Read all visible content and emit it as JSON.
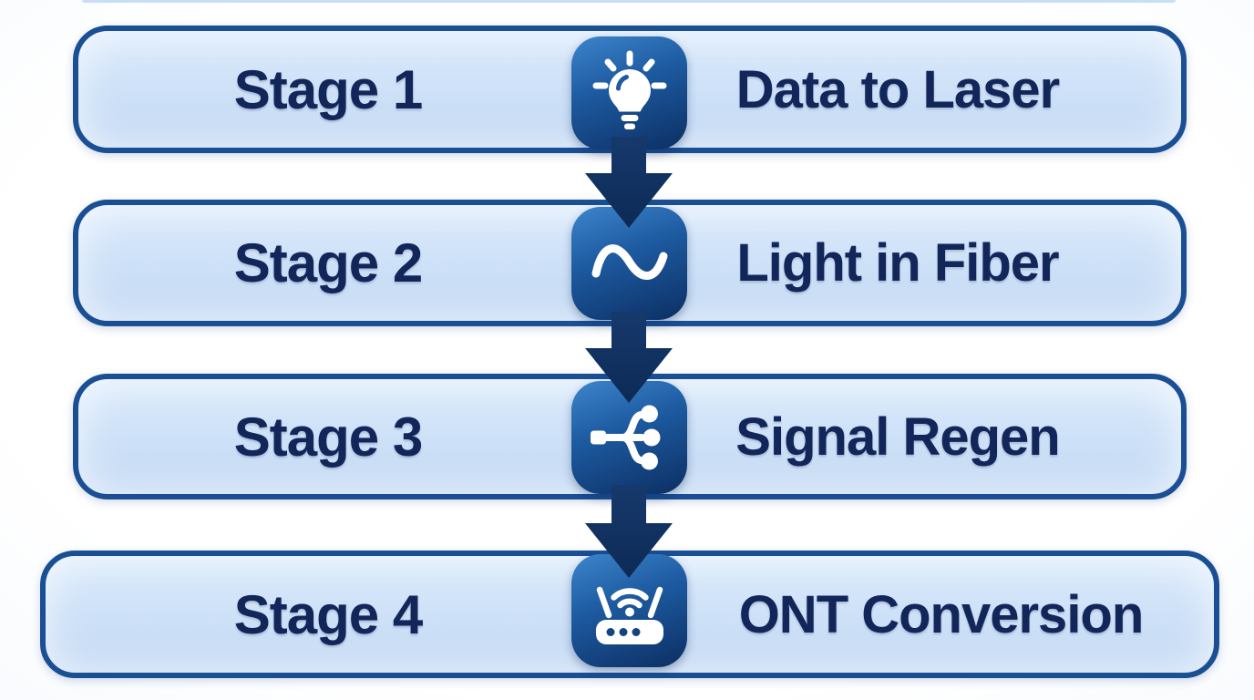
{
  "diagram": {
    "type": "vertical-flow",
    "stages": [
      {
        "stage": "Stage 1",
        "label": "Data to Laser",
        "icon": "lightbulb-icon"
      },
      {
        "stage": "Stage 2",
        "label": "Light in Fiber",
        "icon": "sine-wave-icon"
      },
      {
        "stage": "Stage 3",
        "label": "Signal Regen",
        "icon": "splitter-icon"
      },
      {
        "stage": "Stage 4",
        "label": "ONT Conversion",
        "icon": "router-icon"
      }
    ],
    "connectors": [
      "arrow-down",
      "arrow-down",
      "arrow-down"
    ],
    "colors": {
      "bar_fill": "#cfe2f8",
      "bar_border": "#1a4f93",
      "tile_gradient_start": "#3d85cc",
      "tile_gradient_end": "#0c2f63",
      "arrow": "#12325f",
      "text": "#13265a",
      "icon_glyph": "#ffffff"
    }
  }
}
